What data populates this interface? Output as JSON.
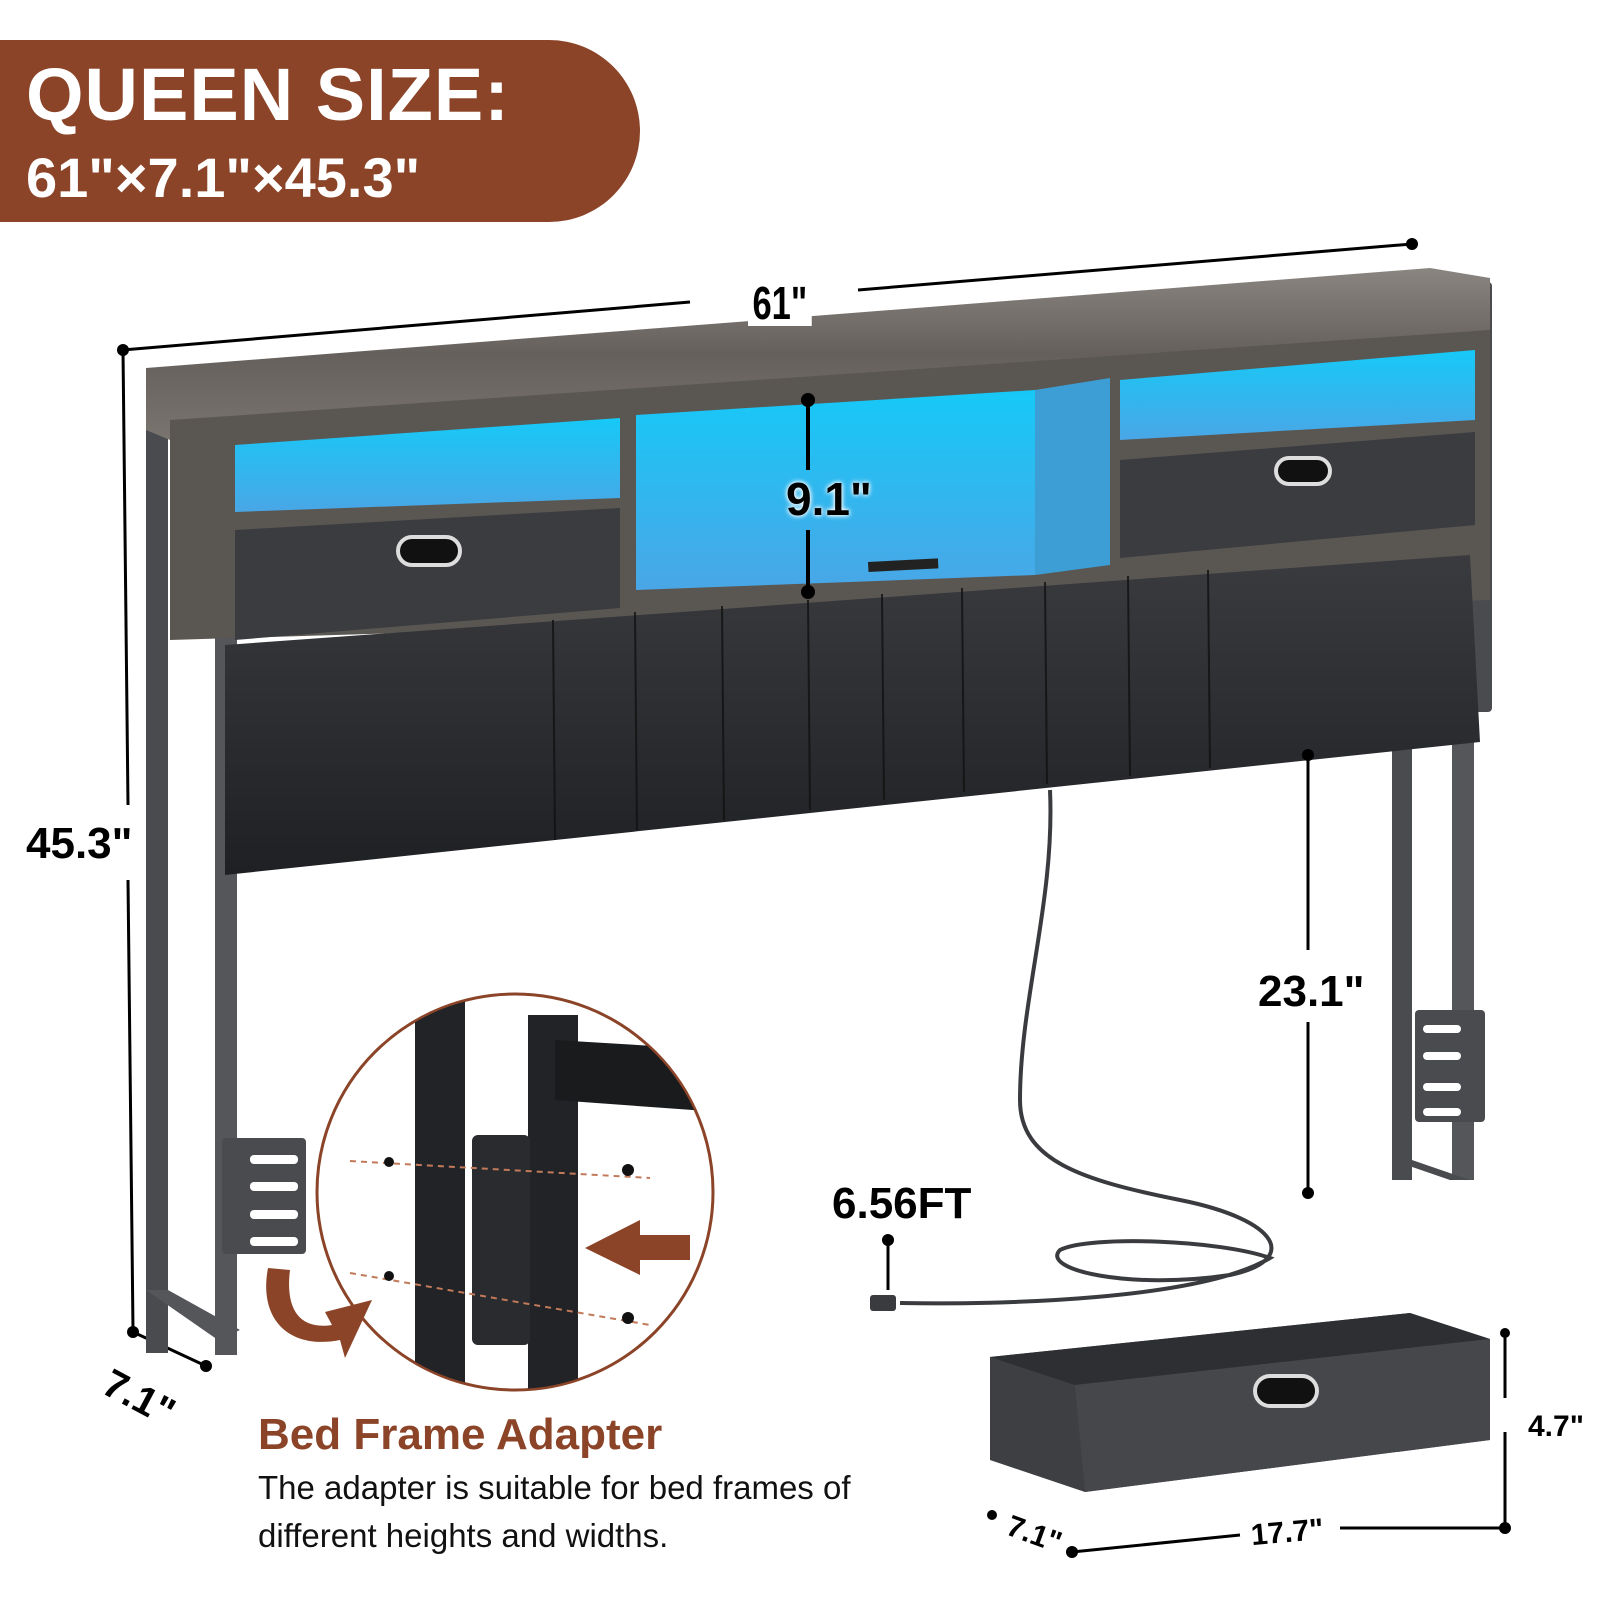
{
  "banner": {
    "title": "QUEEN SIZE:",
    "dimensions": "61\"×7.1\"×45.3\"",
    "color": "#8b4428"
  },
  "dimensions": {
    "width": "61\"",
    "shelf_height": "9.1\"",
    "total_height": "45.3\"",
    "leg_clearance": "23.1\"",
    "depth": "7.1\"",
    "cord_length": "6.56FT"
  },
  "drawer": {
    "width": "17.7\"",
    "depth": "7.1\"",
    "height": "4.7\""
  },
  "adapter": {
    "title": "Bed Frame Adapter",
    "description": "The adapter is suitable for bed frames of different heights and widths."
  },
  "colors": {
    "accent": "#8b4428",
    "led_blue": "#1ec8f5",
    "wood_gray": "#6f6a66",
    "leather": "#2a2b2e",
    "metal": "#4a4b4f"
  }
}
